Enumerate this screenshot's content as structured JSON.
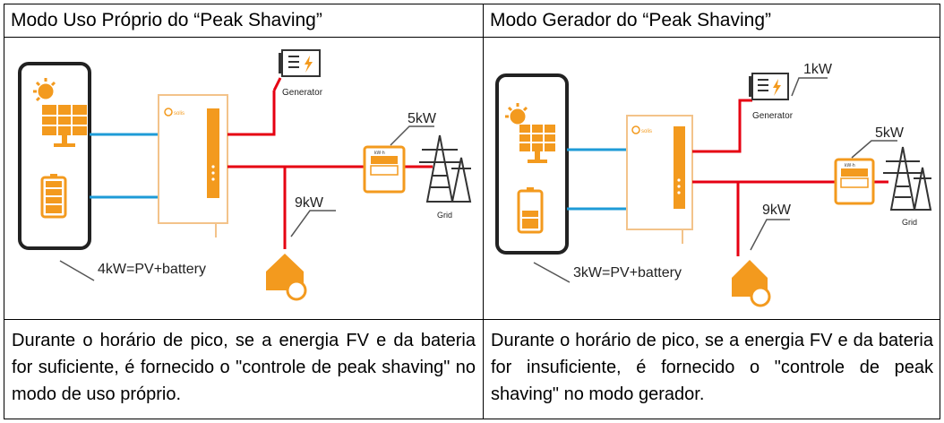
{
  "left": {
    "title": "Modo Uso Próprio do “Peak Shaving”",
    "generator_label": "Generator",
    "grid_power": "5kW",
    "load_power": "9kW",
    "sum_label": "4kW=PV+battery",
    "grid_label": "Grid",
    "description": "Durante o horário de pico, se a energia FV e da bateria for suficiente, é fornecido o \"controle de peak shaving\" no modo de uso próprio."
  },
  "right": {
    "title": "Modo Gerador do “Peak Shaving”",
    "generator_label": "Generator",
    "generator_power": "1kW",
    "grid_power": "5kW",
    "load_power": "9kW",
    "sum_label": "3kW=PV+battery",
    "grid_label": "Grid",
    "description": "Durante o horário de pico, se a energia FV e da bateria for insuficiente, é fornecido o \"controle de peak shaving\" no modo gerador."
  },
  "inverter_logo": "solis",
  "meter_text": "kW·h",
  "colors": {
    "orange": "#F39A1E",
    "red": "#E60012",
    "blue": "#1E9BD7",
    "border": "#000000"
  }
}
